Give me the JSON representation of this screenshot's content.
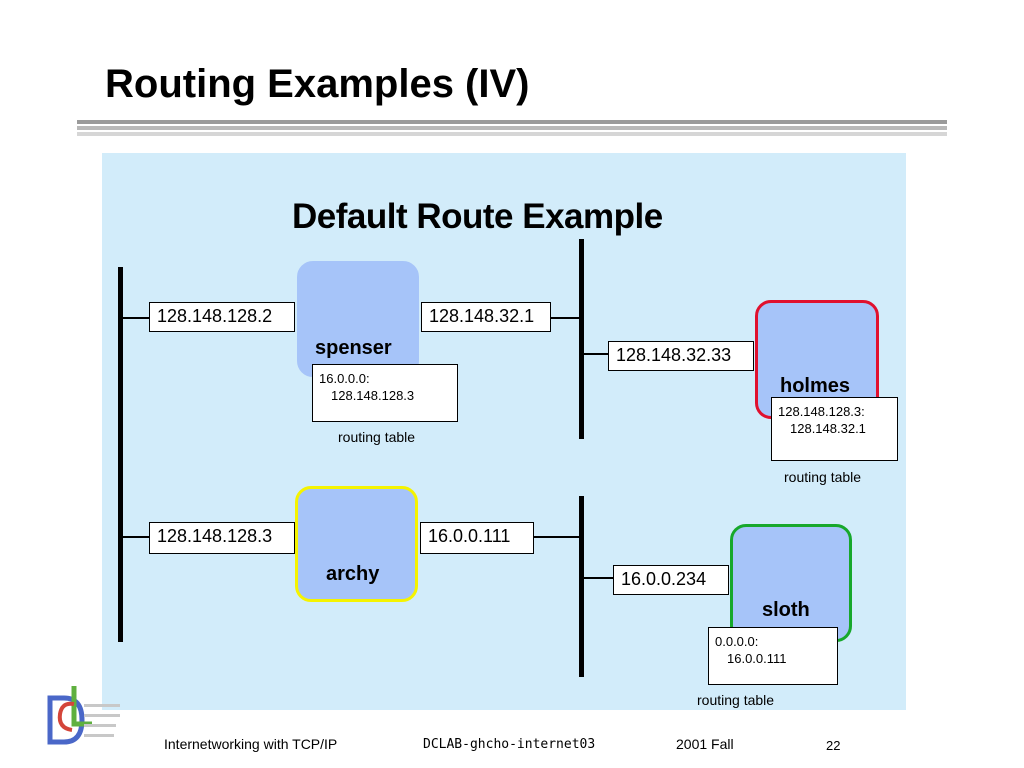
{
  "slide": {
    "title": "Routing Examples (IV)"
  },
  "diagram": {
    "title": "Default Route Example",
    "hosts": {
      "spenser": {
        "name": "spenser",
        "left_addr": "128.148.128.2",
        "right_addr": "128.148.32.1",
        "border_color": "#a6c4f9"
      },
      "holmes": {
        "name": "holmes",
        "addr": "128.148.32.33",
        "border_color": "#e0102e"
      },
      "archy": {
        "name": "archy",
        "left_addr": "128.148.128.3",
        "right_addr": "16.0.0.111",
        "border_color": "#f5f300"
      },
      "sloth": {
        "name": "sloth",
        "addr": "16.0.0.234",
        "border_color": "#17a82c"
      }
    },
    "routing_tables": {
      "spenser": {
        "destination": "16.0.0.0:",
        "gateway": "128.148.128.3",
        "caption": "routing table"
      },
      "holmes": {
        "destination": "128.148.128.3:",
        "gateway": "128.148.32.1",
        "caption": "routing table"
      },
      "sloth": {
        "destination": "0.0.0.0:",
        "gateway": "16.0.0.111",
        "caption": "routing table"
      }
    }
  },
  "footer": {
    "course": "Internetworking with TCP/IP",
    "doc_id": "DCLAB-ghcho-internet03",
    "term": "2001 Fall",
    "page": "22"
  }
}
